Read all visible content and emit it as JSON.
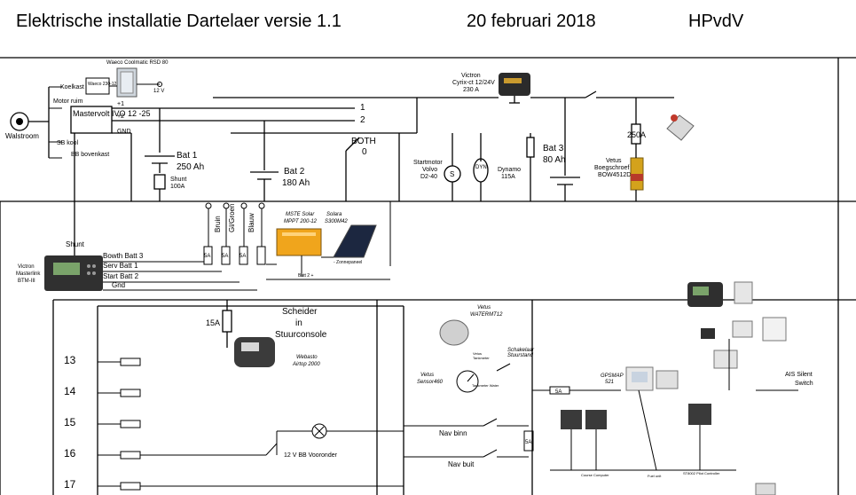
{
  "header": {
    "title": "Elektrische installatie Dartelaer  versie 1.1",
    "date": "20 februari 2018",
    "author": "HPvdV"
  },
  "shore": {
    "walstroom": "Walstroom",
    "koelkast": "Koelkast",
    "motorruim": "Motor ruim",
    "sb_kool": "SB kool",
    "bb_bovenkast": "BB bovenkast",
    "waeco_title": "Waeco Coolmatic RSD 80",
    "waeco_box": "Waeco 230-12",
    "v12": "12 V"
  },
  "charger": {
    "name": "Mastervolt IVO 12 -25",
    "plus1": "+1",
    "plus2": "+2",
    "gnd": "GND"
  },
  "batteries": {
    "bat1": "Bat 1",
    "bat1_cap": "250 Ah",
    "shunt": "Shunt",
    "shunt_cap": "100A",
    "bat2": "Bat 2",
    "bat2_cap": "180 Ah",
    "bat3": "Bat 3",
    "bat3_cap": "80 Ah"
  },
  "switch": {
    "p1": "1",
    "p2": "2",
    "both": "BOTH",
    "p0": "0"
  },
  "victron_cyrix": {
    "name": "Victron",
    "model": "Cyrix-ct 12/24V",
    "rating": "230 A"
  },
  "engine": {
    "startmotor": "Startmotor",
    "volvo": "Volvo",
    "d240": "D2-40",
    "s": "S",
    "dyn": "DYN",
    "dynamo": "Dynamo",
    "dyn_rating": "115A"
  },
  "bowthruster": {
    "fuse": "250A",
    "brand": "Vetus",
    "name": "Boegschroef",
    "model": "BOW4512D"
  },
  "monitor": {
    "shunt": "Shunt",
    "bowth": "Bowth Batt 3",
    "serv": "Serv Batt 1",
    "start": "Start Batt 2",
    "gnd": "Gnd",
    "brand": "Victron",
    "name": "Masterlink",
    "model": "BTM-III"
  },
  "cables": {
    "bruin": "Bruin",
    "geel": "Gl/Groen",
    "blauw": "Blauw"
  },
  "solar": {
    "ctrl_title": "MSTE Solar",
    "ctrl_model": "MPPT 200-12",
    "panel_title": "Solara",
    "panel_model": "S300M42",
    "fuse_a": "5A",
    "fuse_b": "5A",
    "fuse_c": "5A",
    "batt2": "Batt 2 +",
    "minus": "- Zonnepaneel"
  },
  "console": {
    "fuse": "15A",
    "l1": "Scheider",
    "l2": "in",
    "l3": "Stuurconsole",
    "webasto": "Webasto",
    "airtop": "Airtop 2000"
  },
  "sensor": {
    "brand": "Vetus",
    "model": "WATERMT12",
    "sensor": "Vetus",
    "sensor_model": "Sensor460",
    "meter": "Tankmeter Water",
    "meter_brand": "Vetus",
    "meter_model": "Tankmeter"
  },
  "schakelaar": {
    "l1": "Schakelaar",
    "l2": "Stuurstand",
    "fuse": "5A"
  },
  "nav": {
    "nav_binn": "Nav binn",
    "nav_buit": "Nav buit",
    "fuse": "5A",
    "gps_title": "GPSMAP",
    "gps_model": "521",
    "ais_l1": "AIS Silent",
    "ais_l2": "Switch",
    "course_computer": "Course Computer",
    "st_pilot": "ST8002 Pilot Controller",
    "fuel_unit": "Fuel unit"
  },
  "circuits": {
    "c13": "13",
    "c14": "14",
    "c15": "15",
    "c16": "16",
    "c17": "17",
    "lamp": "12 V BB Vooronder"
  }
}
